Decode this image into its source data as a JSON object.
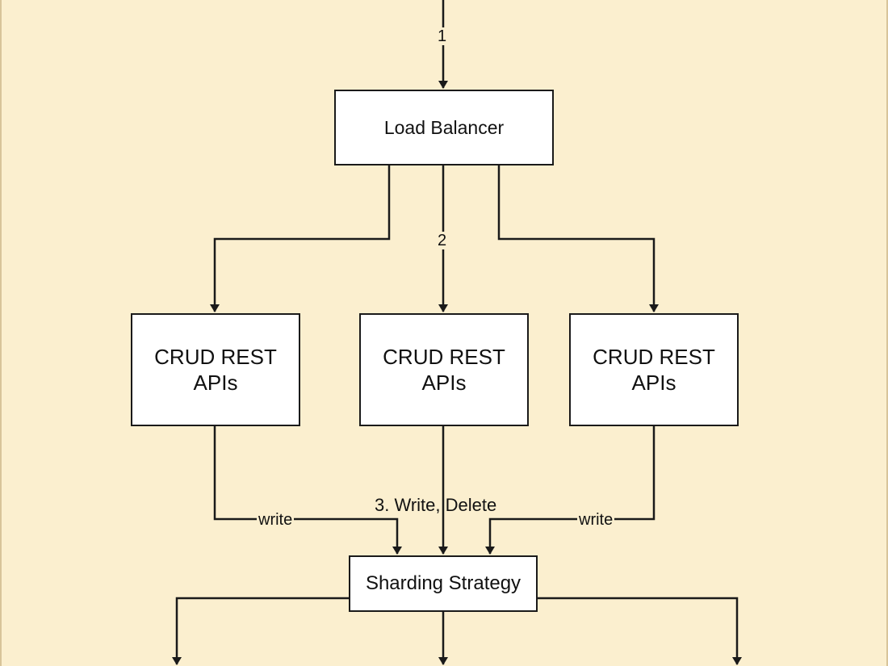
{
  "diagram": {
    "nodes": {
      "load_balancer": "Load Balancer",
      "api_1": "CRUD REST\nAPIs",
      "api_2": "CRUD REST\nAPIs",
      "api_3": "CRUD REST\nAPIs",
      "sharding": "Sharding Strategy"
    },
    "edge_labels": {
      "step_1": "1",
      "step_2": "2",
      "step_3": "3. Write, Delete",
      "write_left": "write",
      "write_right": "write"
    },
    "colors": {
      "background": "#fbefcf",
      "node_fill": "#ffffff",
      "stroke": "#1a1a1a"
    }
  }
}
